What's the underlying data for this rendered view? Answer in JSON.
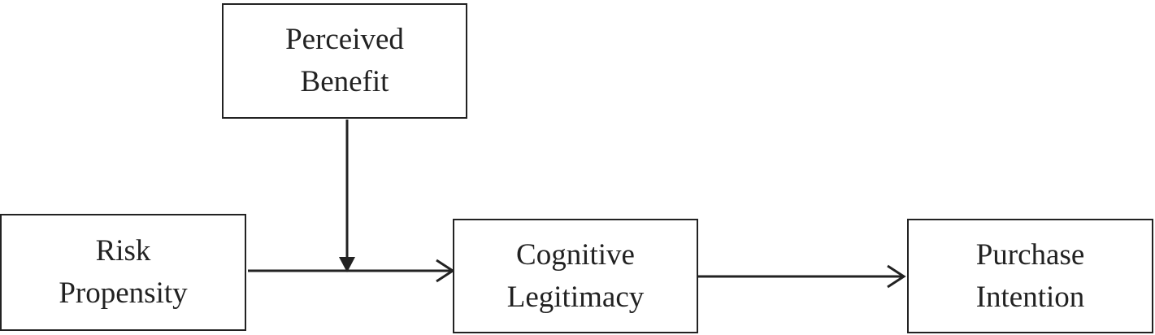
{
  "nodes": {
    "perceived_benefit": {
      "line1": "Perceived",
      "line2": "Benefit"
    },
    "risk_propensity": {
      "line1": "Risk",
      "line2": "Propensity"
    },
    "cognitive_legitimacy": {
      "line1": "Cognitive",
      "line2": "Legitimacy"
    },
    "purchase_intention": {
      "line1": "Purchase",
      "line2": "Intention"
    }
  },
  "edges": [
    {
      "from": "risk_propensity",
      "to": "cognitive_legitimacy",
      "style": "open-arrow"
    },
    {
      "from": "perceived_benefit",
      "to": "risk_propensity_to_cognitive_legitimacy_path",
      "style": "filled-arrow",
      "role": "moderator"
    },
    {
      "from": "cognitive_legitimacy",
      "to": "purchase_intention",
      "style": "open-arrow"
    }
  ],
  "colors": {
    "stroke": "#222222",
    "text": "#222222",
    "background": "#ffffff"
  }
}
